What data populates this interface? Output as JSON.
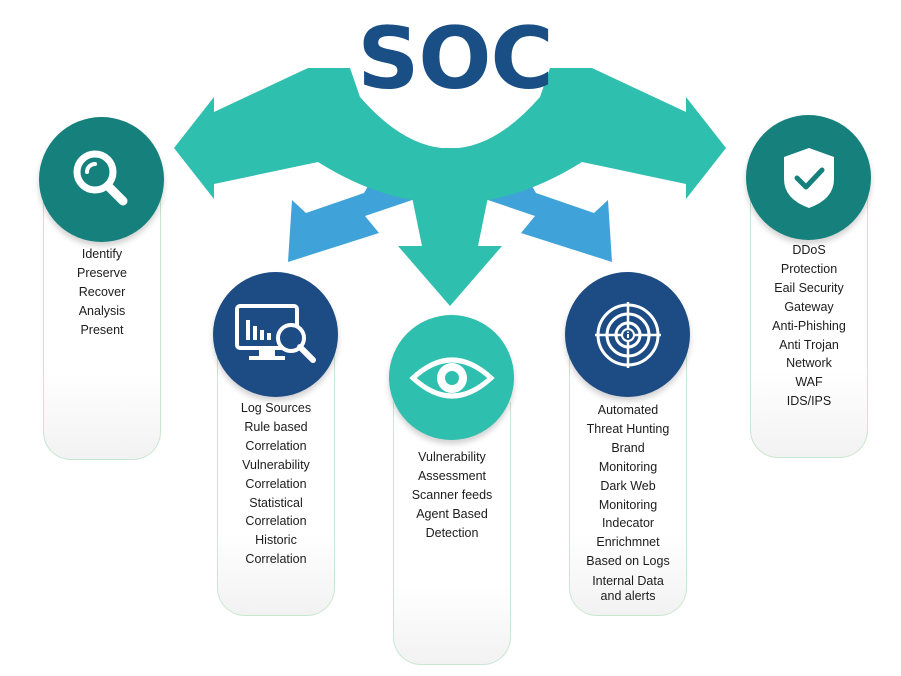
{
  "title": "SOC",
  "colors": {
    "title": "#1a4f86",
    "teal": "#2fbfae",
    "blue": "#3fa2d8",
    "dark_teal": "#15807c",
    "navy": "#1d4b83",
    "card_border": "#c9e6cf"
  },
  "cards": [
    {
      "name": "forensics",
      "icon": "magnifier-icon",
      "items": [
        "Identify",
        "Preserve",
        "Recover",
        "Analysis",
        "Present"
      ]
    },
    {
      "name": "siem",
      "icon": "monitor-analytics-icon",
      "items": [
        "Log Sources",
        "Rule based",
        "Correlation",
        "Vulnerability",
        "Correlation",
        "Statistical",
        "Correlation",
        "Historic",
        "Correlation"
      ]
    },
    {
      "name": "vulnerability",
      "icon": "eye-icon",
      "items": [
        "Vulnerability",
        "Assessment",
        "Scanner feeds",
        "Agent Based",
        "Detection"
      ]
    },
    {
      "name": "threat-intel",
      "icon": "radar-target-icon",
      "items": [
        "Automated",
        "Threat Hunting",
        "Brand",
        "Monitoring",
        "Dark Web",
        "Monitoring",
        "Indecator",
        "Enrichmnet",
        "Based on Logs",
        "Internal Data",
        "and alerts"
      ]
    },
    {
      "name": "protection",
      "icon": "shield-check-icon",
      "items": [
        "DDoS",
        "Protection",
        "Eail Security",
        "Gateway",
        "Anti-Phishing",
        "Anti Trojan",
        "Network",
        "WAF",
        "IDS/IPS"
      ]
    }
  ]
}
